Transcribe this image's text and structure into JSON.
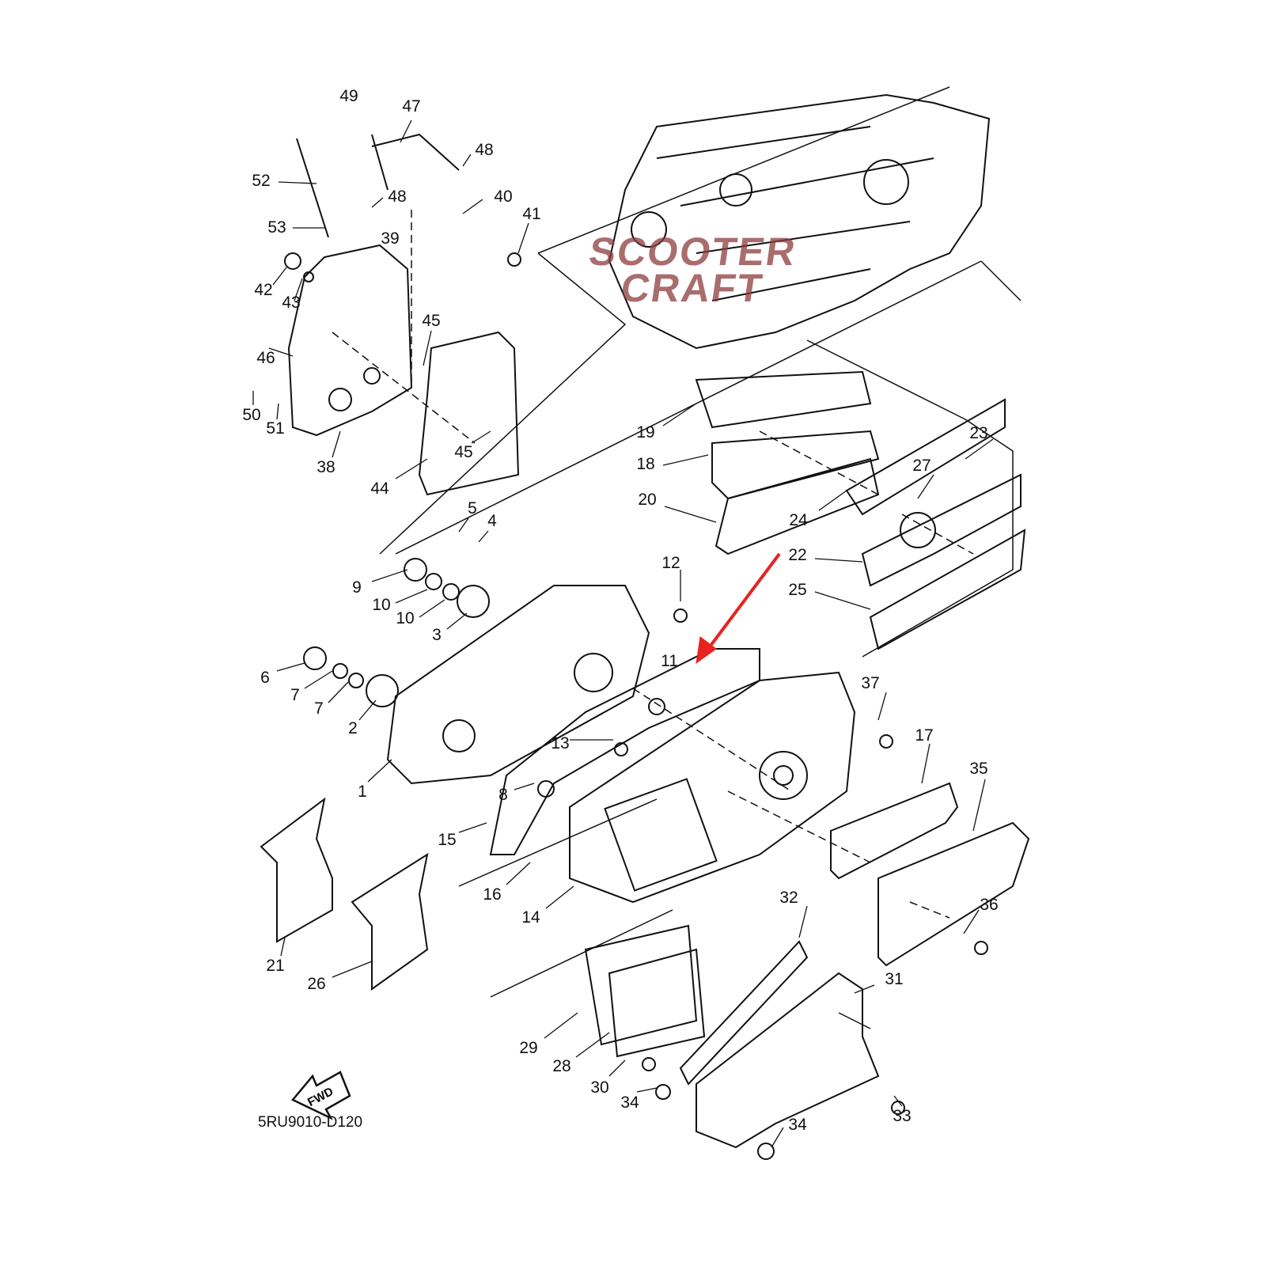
{
  "diagram_code": "5RU9010-D120",
  "watermark": {
    "line1": "SCOOTER",
    "line2": "CRAFT"
  },
  "fwd_label": "FWD",
  "highlight_color": "#e8231f",
  "highlighted_part": "11",
  "labels": [
    "49",
    "47",
    "48",
    "52",
    "48",
    "40",
    "41",
    "53",
    "39",
    "42",
    "43",
    "45",
    "46",
    "50",
    "51",
    "38",
    "45",
    "44",
    "19",
    "18",
    "20",
    "24",
    "23",
    "27",
    "22",
    "25",
    "5",
    "4",
    "12",
    "9",
    "10",
    "10",
    "3",
    "11",
    "6",
    "7",
    "7",
    "2",
    "37",
    "13",
    "17",
    "35",
    "1",
    "8",
    "15",
    "16",
    "14",
    "36",
    "21",
    "26",
    "32",
    "31",
    "29",
    "28",
    "30",
    "34",
    "33",
    "34"
  ]
}
